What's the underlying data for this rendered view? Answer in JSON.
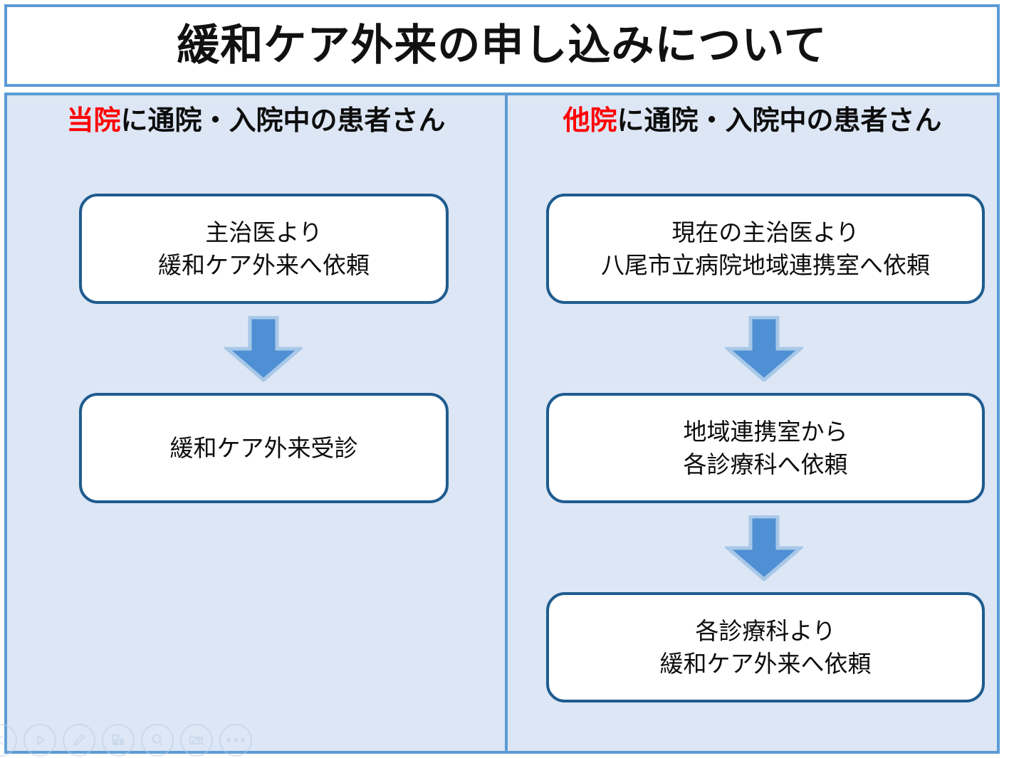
{
  "slide": {
    "title": "緩和ケア外来の申し込みについて",
    "background_color": "#DCE6F5",
    "frame_border_color": "#5B9BD5",
    "box_border_color": "#1F5C8F",
    "arrow_color": "#4F8FD4",
    "highlight_color": "#FF0000"
  },
  "columns": [
    {
      "id": "current-hospital",
      "header": {
        "highlight": "当院",
        "rest": "に通院・入院中の患者さん"
      },
      "steps": [
        {
          "lines": [
            "主治医より",
            "緩和ケア外来へ依頼"
          ]
        },
        {
          "lines": [
            "緩和ケア外来受診"
          ]
        }
      ],
      "arrows": [
        {
          "name": "down-arrow",
          "from": 0,
          "to": 1
        }
      ]
    },
    {
      "id": "other-hospital",
      "header": {
        "highlight": "他院",
        "rest": "に通院・入院中の患者さん"
      },
      "steps": [
        {
          "lines": [
            "現在の主治医より",
            "八尾市立病院地域連携室へ依頼"
          ]
        },
        {
          "lines": [
            "地域連携室から",
            "各診療科へ依頼"
          ]
        },
        {
          "lines": [
            "各診療科より",
            "緩和ケア外来へ依頼"
          ]
        }
      ],
      "arrows": [
        {
          "name": "down-arrow",
          "from": 0,
          "to": 1
        },
        {
          "name": "down-arrow",
          "from": 1,
          "to": 2
        }
      ]
    }
  ],
  "player_toolbar": {
    "buttons": [
      {
        "icon": "previous-icon",
        "label": "前へ"
      },
      {
        "icon": "play-icon",
        "label": "再生"
      },
      {
        "icon": "pen-icon",
        "label": "ペン"
      },
      {
        "icon": "panels-icon",
        "label": "スライド一覧"
      },
      {
        "icon": "magnifier-icon",
        "label": "拡大"
      },
      {
        "icon": "camera-off-icon",
        "label": "カメラオフ"
      },
      {
        "icon": "more-icon",
        "label": "その他"
      }
    ]
  }
}
